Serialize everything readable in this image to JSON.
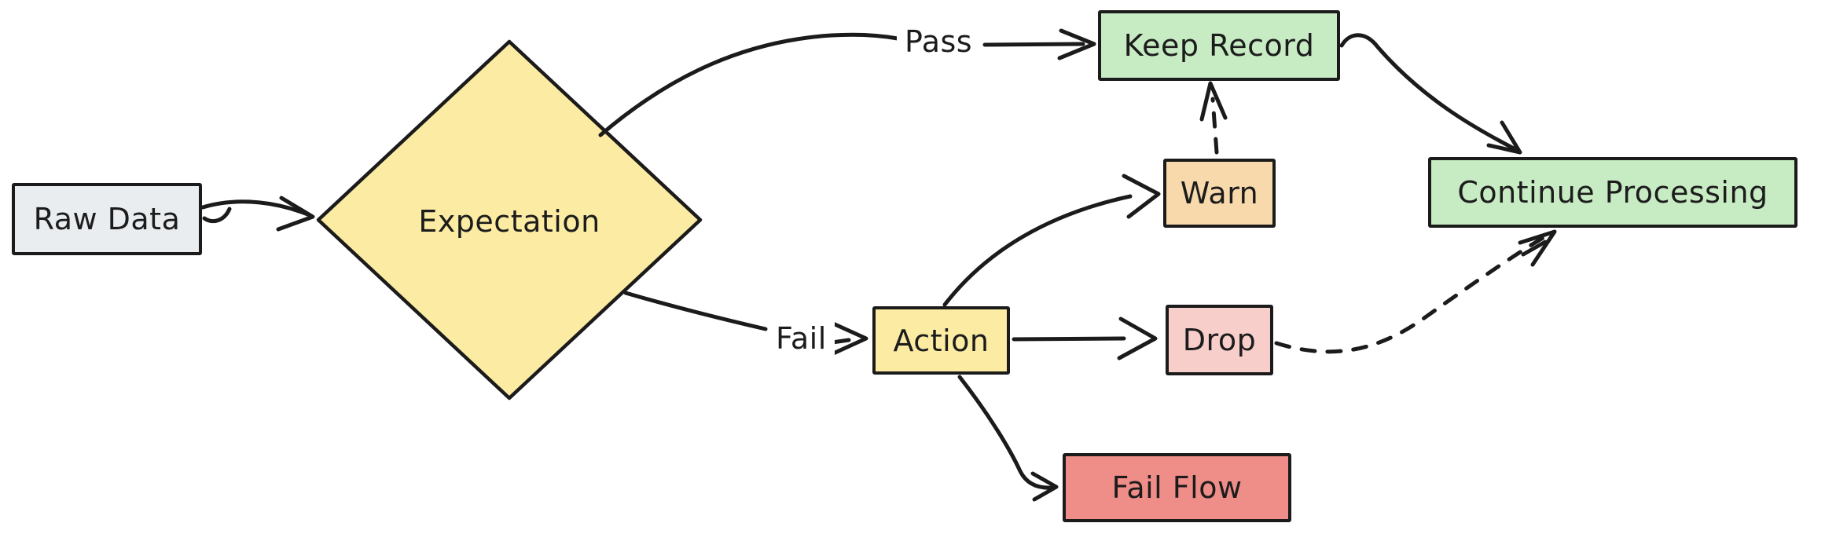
{
  "diagram": {
    "background": "#ffffff",
    "stroke_color": "#1b1b1b",
    "nodes": {
      "raw_data": {
        "label": "Raw Data",
        "shape": "rectangle",
        "fill": "#e9edf0"
      },
      "expectation": {
        "label": "Expectation",
        "shape": "diamond",
        "fill": "#fbeba3"
      },
      "keep_record": {
        "label": "Keep Record",
        "shape": "rectangle",
        "fill": "#c7ebc3"
      },
      "continue_processing": {
        "label": "Continue Processing",
        "shape": "rectangle",
        "fill": "#c7ebc3"
      },
      "action": {
        "label": "Action",
        "shape": "rectangle",
        "fill": "#fbeba3"
      },
      "warn": {
        "label": "Warn",
        "shape": "rectangle",
        "fill": "#f8d9ab"
      },
      "drop": {
        "label": "Drop",
        "shape": "rectangle",
        "fill": "#f8cecb"
      },
      "fail_flow": {
        "label": "Fail Flow",
        "shape": "rectangle",
        "fill": "#ef8d88"
      }
    },
    "edge_labels": {
      "pass": "Pass",
      "fail": "Fail"
    },
    "edges": [
      {
        "from": "Raw Data",
        "to": "Expectation",
        "label": "",
        "style": "solid"
      },
      {
        "from": "Expectation",
        "to": "Keep Record",
        "label": "Pass",
        "style": "solid"
      },
      {
        "from": "Expectation",
        "to": "Action",
        "label": "Fail",
        "style": "solid"
      },
      {
        "from": "Keep Record",
        "to": "Continue Processing",
        "label": "",
        "style": "solid"
      },
      {
        "from": "Action",
        "to": "Warn",
        "label": "",
        "style": "solid"
      },
      {
        "from": "Action",
        "to": "Drop",
        "label": "",
        "style": "solid"
      },
      {
        "from": "Action",
        "to": "Fail Flow",
        "label": "",
        "style": "solid"
      },
      {
        "from": "Warn",
        "to": "Keep Record",
        "label": "",
        "style": "dashed"
      },
      {
        "from": "Drop",
        "to": "Continue Processing",
        "label": "",
        "style": "dashed"
      }
    ]
  }
}
